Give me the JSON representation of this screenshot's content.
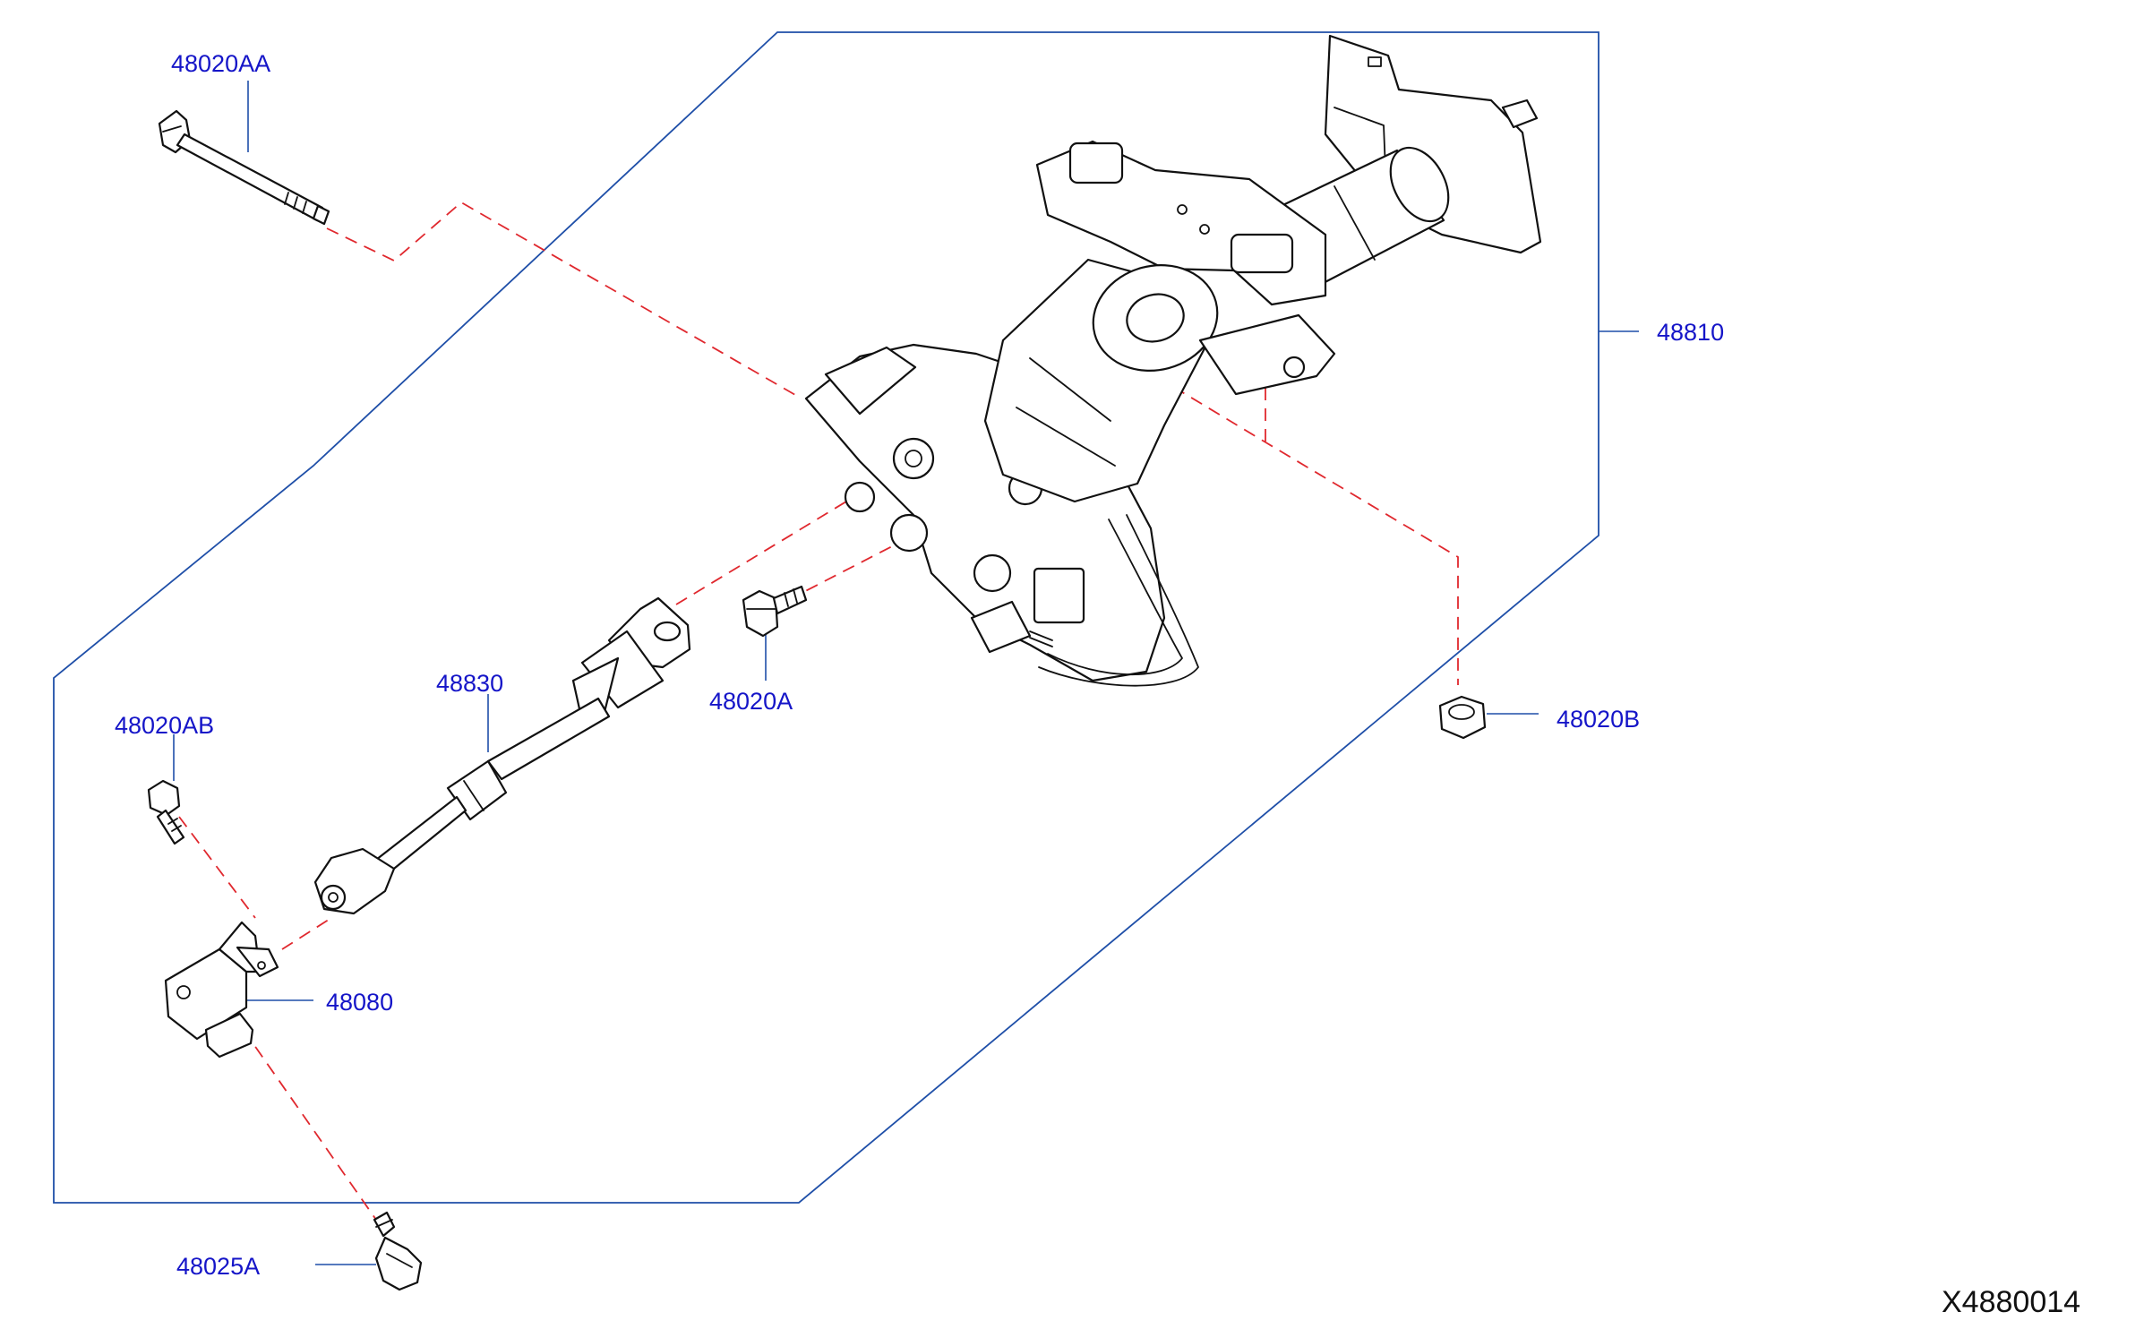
{
  "diagram": {
    "code": "X4880014",
    "colors": {
      "label": "#1515c8",
      "frame": "#1f4fa8",
      "dashed_line": "#e0282e",
      "drawing": "#111111"
    },
    "parts": [
      {
        "id": "48020AA",
        "label": "48020AA"
      },
      {
        "id": "48810",
        "label": "48810"
      },
      {
        "id": "48830",
        "label": "48830"
      },
      {
        "id": "48020A",
        "label": "48020A"
      },
      {
        "id": "48020AB",
        "label": "48020AB"
      },
      {
        "id": "48020B",
        "label": "48020B"
      },
      {
        "id": "48080",
        "label": "48080"
      },
      {
        "id": "48025A",
        "label": "48025A"
      }
    ]
  }
}
